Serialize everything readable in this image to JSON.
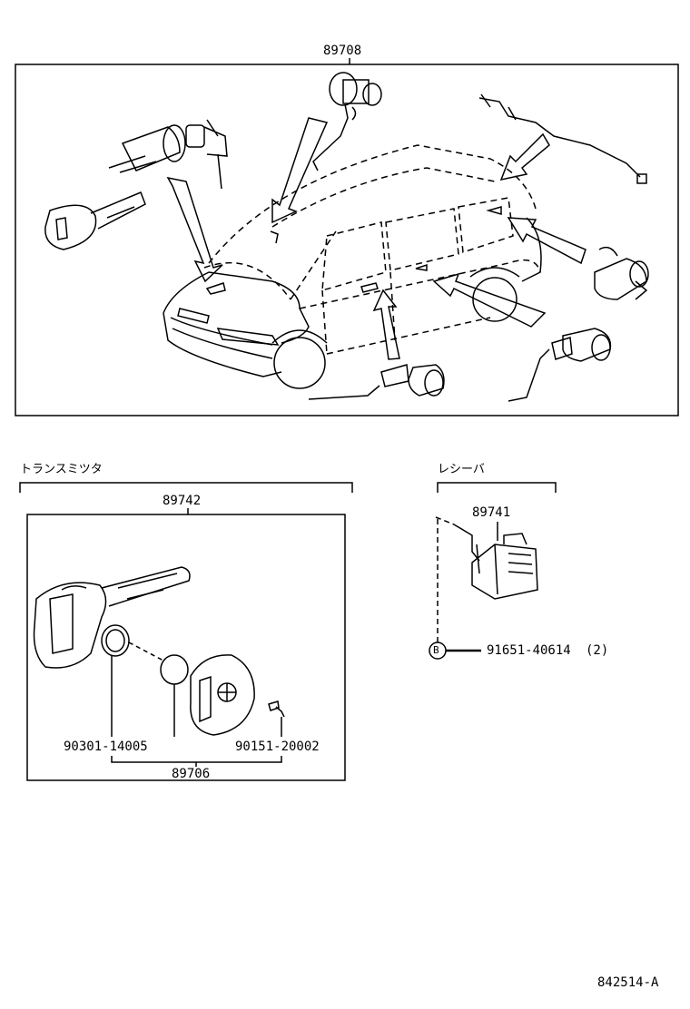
{
  "top_section": {
    "assembly_part": "89708"
  },
  "transmitter_section": {
    "heading": "トランスミツタ",
    "assembly_part": "89742",
    "o_ring_part": "90301-14005",
    "screw_part": "90151-20002",
    "case_part": "89706"
  },
  "receiver_section": {
    "heading": "レシーバ",
    "receiver_part": "89741",
    "bolt_callout": "B",
    "bolt_part": "91651-40614",
    "bolt_qty": "(2)"
  },
  "figure_id": "842514-A",
  "colors": {
    "line": "#000000",
    "background": "#ffffff"
  }
}
